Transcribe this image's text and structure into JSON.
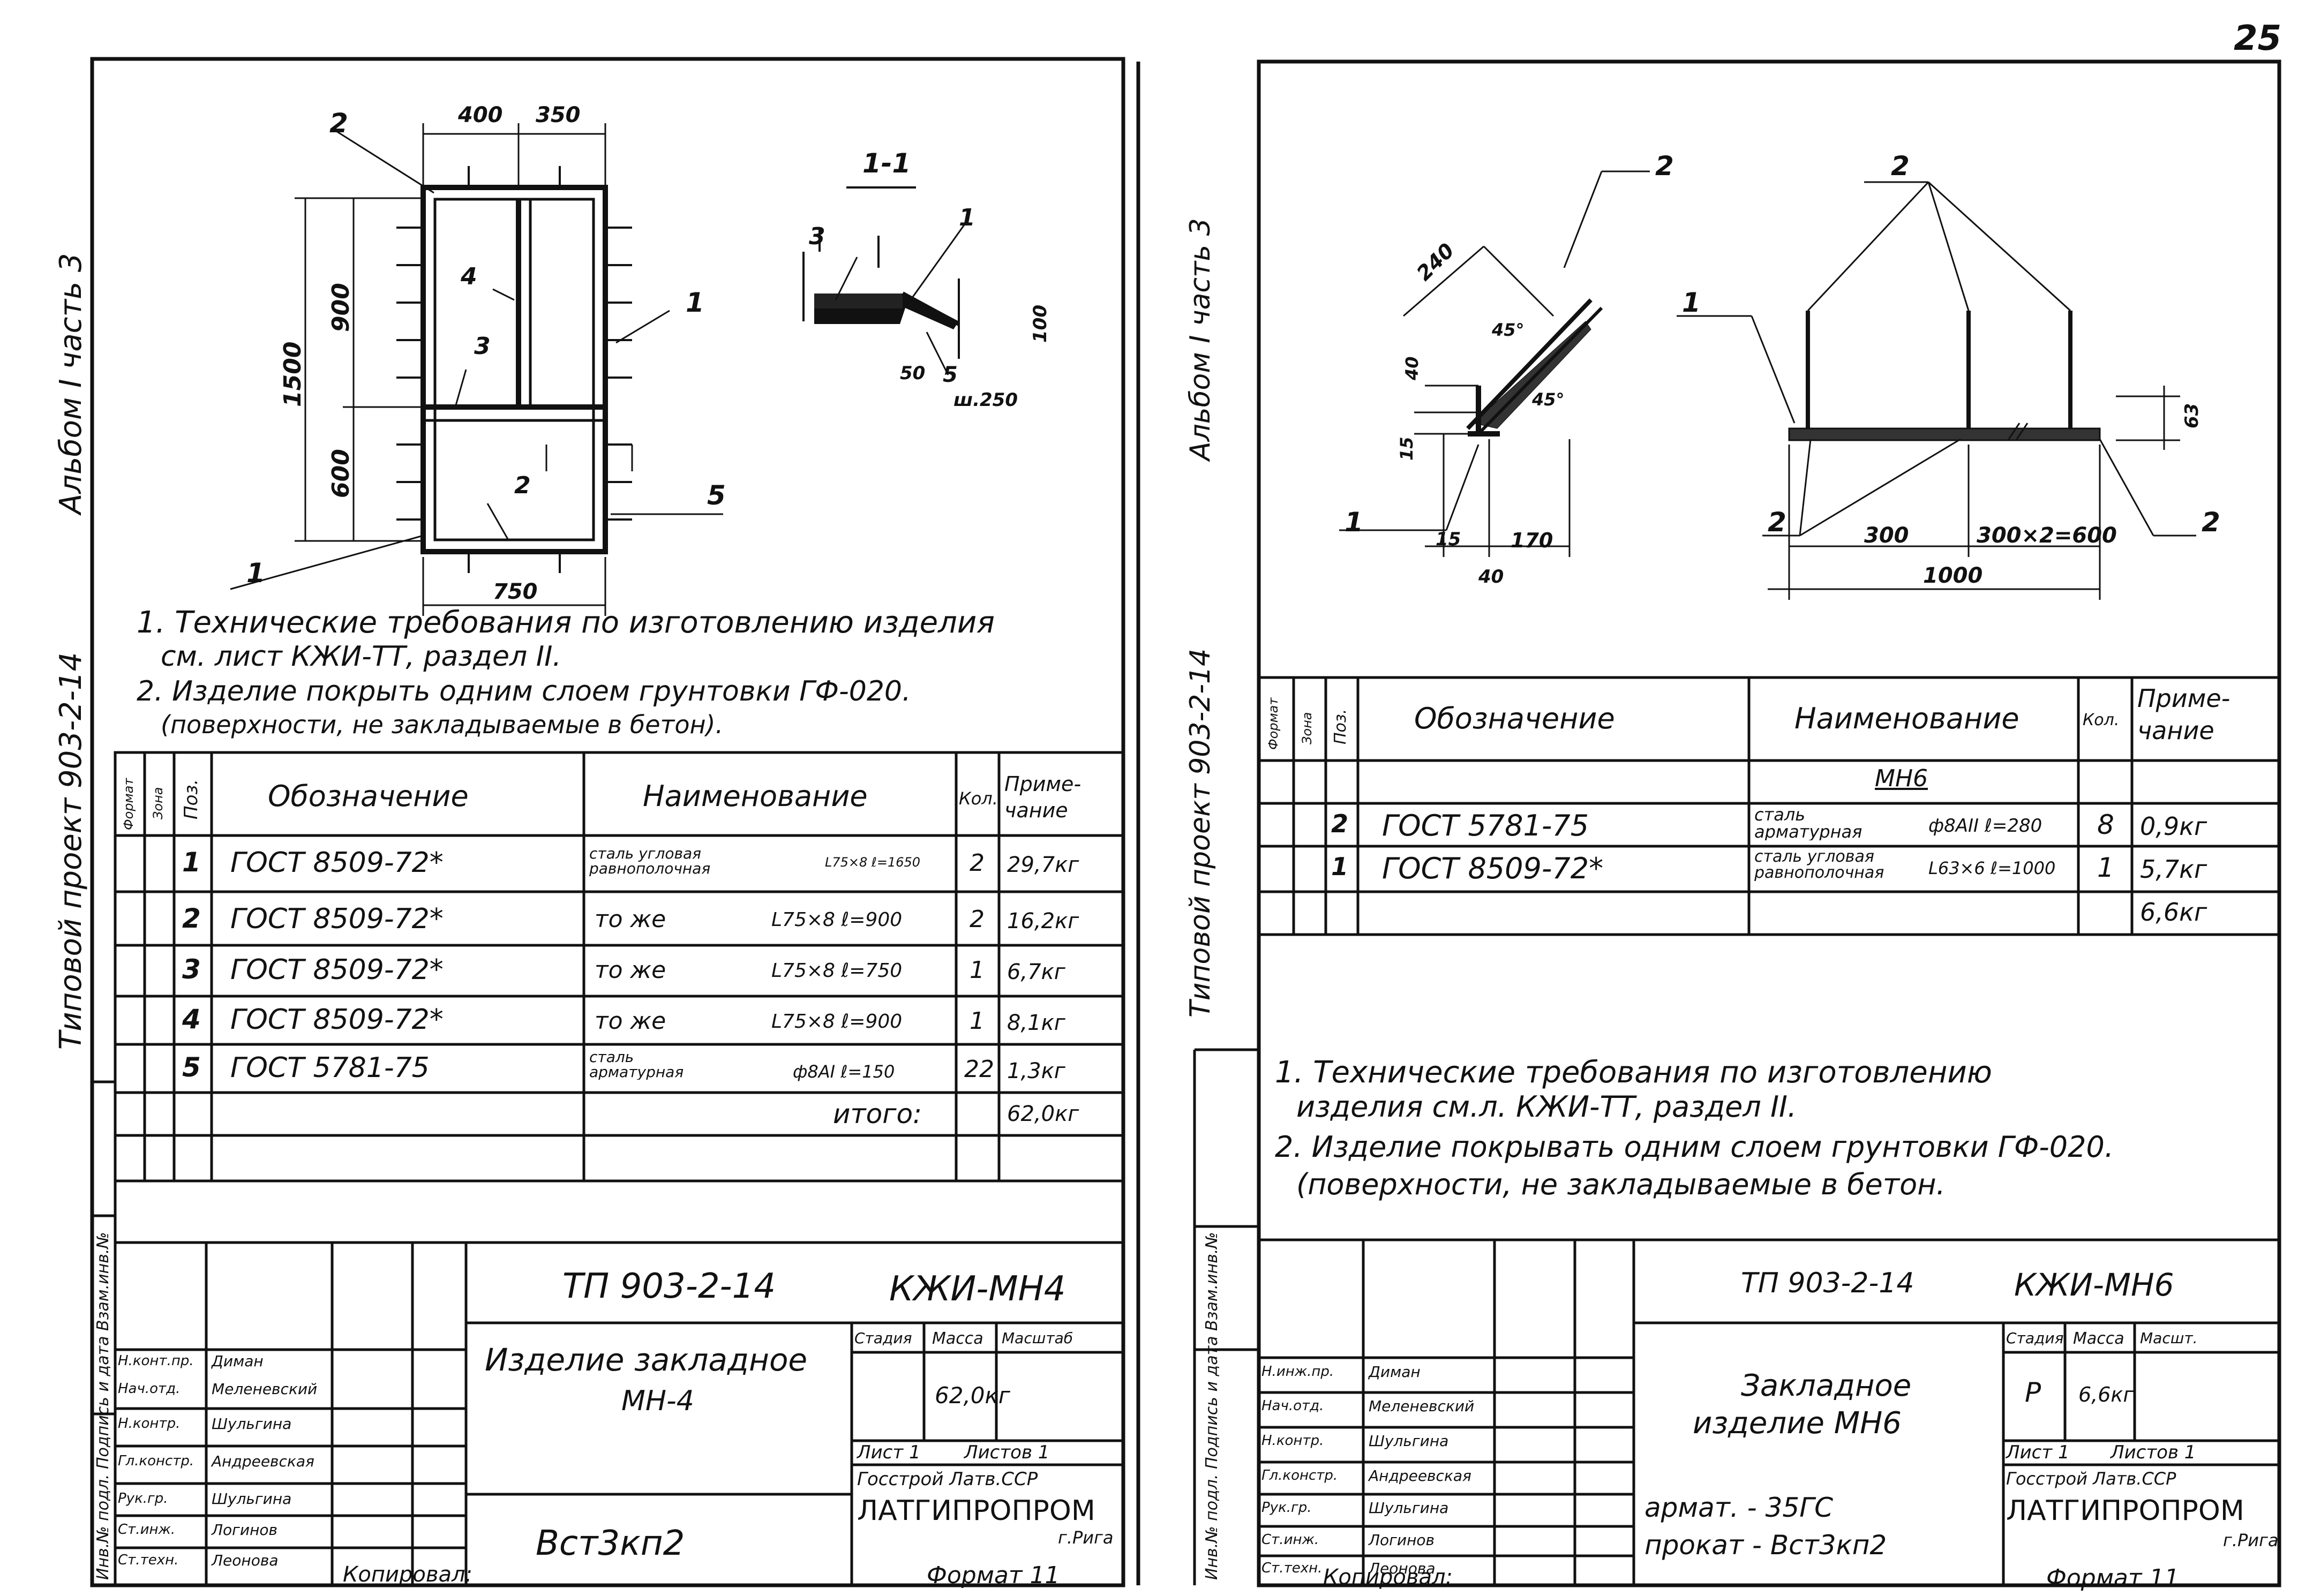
{
  "page_number": "25",
  "side_labels": {
    "album": "Альбом I часть 3",
    "project": "Типовой проект 903-2-14",
    "inv": "Инв.№ подл. Подпись и дата Взам.инв.№"
  },
  "left": {
    "drawing": {
      "dims": {
        "d400": "400",
        "d350": "350",
        "d1500": "1500",
        "d900": "900",
        "d600": "600",
        "d750": "750"
      },
      "callouts": [
        "1",
        "2",
        "3",
        "4",
        "5",
        "1",
        "2"
      ],
      "section": {
        "title": "1-1",
        "dims": {
          "d50": "50",
          "d100": "100",
          "d5": "5",
          "pitch": "ш.250"
        },
        "callouts": [
          "3",
          "1"
        ]
      }
    },
    "notes": [
      "1. Технические требования по изготовлению изделия",
      "см. лист КЖИ-ТТ, раздел II.",
      "2. Изделие покрыть одним слоем грунтовки ГФ-020.",
      "(поверхности, не закладываемые в бетон)."
    ],
    "spec": {
      "headers": {
        "format": "Формат",
        "zone": "Зона",
        "pos": "Поз.",
        "designation": "Обозначение",
        "name": "Наименование",
        "qty": "Кол.",
        "note": "Приме-чание"
      },
      "rows": [
        {
          "pos": "1",
          "designation": "ГОСТ 8509-72*",
          "name": "сталь угловая равнополочная",
          "size": "L75×8 ℓ=1650",
          "qty": "2",
          "note": "29,7кг"
        },
        {
          "pos": "2",
          "designation": "ГОСТ 8509-72*",
          "name": "то же",
          "size": "L75×8 ℓ=900",
          "qty": "2",
          "note": "16,2кг"
        },
        {
          "pos": "3",
          "designation": "ГОСТ 8509-72*",
          "name": "то же",
          "size": "L75×8 ℓ=750",
          "qty": "1",
          "note": "6,7кг"
        },
        {
          "pos": "4",
          "designation": "ГОСТ 8509-72*",
          "name": "то же",
          "size": "L75×8 ℓ=900",
          "qty": "1",
          "note": "8,1кг"
        },
        {
          "pos": "5",
          "designation": "ГОСТ 5781-75",
          "name": "сталь арматурная",
          "size": "ф8АI ℓ=150",
          "qty": "22",
          "note": "1,3кг"
        }
      ],
      "total_label": "итого:",
      "total": "62,0кг"
    },
    "stamp": {
      "code": "ТП 903-2-14",
      "sheet_code": "КЖИ-МН4",
      "title": "Изделие закладное",
      "subtitle": "МН-4",
      "material": "Вст3кп2",
      "stage_h": "Стадия",
      "mass_h": "Масса",
      "scale_h": "Масштаб",
      "mass": "62,0кг",
      "sheet": "Лист 1",
      "sheets": "Листов 1",
      "org1": "Госстрой Латв.ССР",
      "org2": "ЛАТГИПРОПРОМ",
      "city": "г.Рига",
      "roles": [
        "Н.конт.пр.",
        "Нач.отд.",
        "Н.контр.",
        "Гл.констр.",
        "Рук.гр.",
        "Ст.инж.",
        "Ст.техн."
      ],
      "names": [
        "Диман",
        "Меленевский",
        "Шульгина",
        "Андреевская",
        "Шульгина",
        "Логинов",
        "Леонова"
      ]
    },
    "copied": "Копировал:",
    "format": "Формат 11"
  },
  "right": {
    "drawing": {
      "dims": {
        "d240": "240",
        "a45a": "45°",
        "a45b": "45°",
        "d40a": "40",
        "d15a": "15",
        "d15b": "15",
        "d170": "170",
        "d40b": "40",
        "d300": "300",
        "d600": "300×2=600",
        "d1000": "1000",
        "d63": "63"
      },
      "callouts": [
        "2",
        "2",
        "1",
        "1",
        "2",
        "2"
      ]
    },
    "spec": {
      "headers": {
        "format": "Формат",
        "zone": "Зона",
        "pos": "Поз.",
        "designation": "Обозначение",
        "name": "Наименование",
        "qty": "Кол.",
        "note": "Приме-чание"
      },
      "group": "МН6",
      "rows": [
        {
          "pos": "2",
          "designation": "ГОСТ 5781-75",
          "name": "сталь арматурная",
          "size": "ф8АII ℓ=280",
          "qty": "8",
          "note": "0,9кг"
        },
        {
          "pos": "1",
          "designation": "ГОСТ 8509-72*",
          "name": "сталь угловая равнополочная",
          "size": "L63×6 ℓ=1000",
          "qty": "1",
          "note": "5,7кг"
        }
      ],
      "total": "6,6кг"
    },
    "notes": [
      "1. Технические требования по изготовлению",
      "изделия см.л. КЖИ-ТТ, раздел II.",
      "2. Изделие покрывать одним слоем грунтовки ГФ-020.",
      "(поверхности, не закладываемые в бетон."
    ],
    "stamp": {
      "code": "ТП 903-2-14",
      "sheet_code": "КЖИ-МН6",
      "title": "Закладное",
      "subtitle": "изделие МН6",
      "material1": "армат. - 35ГС",
      "material2": "прокат - Вст3кп2",
      "stage_h": "Стадия",
      "mass_h": "Масса",
      "scale_h": "Масшт.",
      "stage": "Р",
      "mass": "6,6кг",
      "sheet": "Лист 1",
      "sheets": "Листов 1",
      "org1": "Госстрой Латв.ССР",
      "org2": "ЛАТГИПРОПРОМ",
      "city": "г.Рига",
      "roles": [
        "Н.инж.пр.",
        "Нач.отд.",
        "Н.контр.",
        "Гл.констр.",
        "Рук.гр.",
        "Ст.инж.",
        "Ст.техн."
      ],
      "names": [
        "Диман",
        "Меленевский",
        "Шульгина",
        "Андреевская",
        "Шульгина",
        "Логинов",
        "Леонова"
      ]
    },
    "copied": "Копировал:",
    "format": "Формат 11"
  }
}
